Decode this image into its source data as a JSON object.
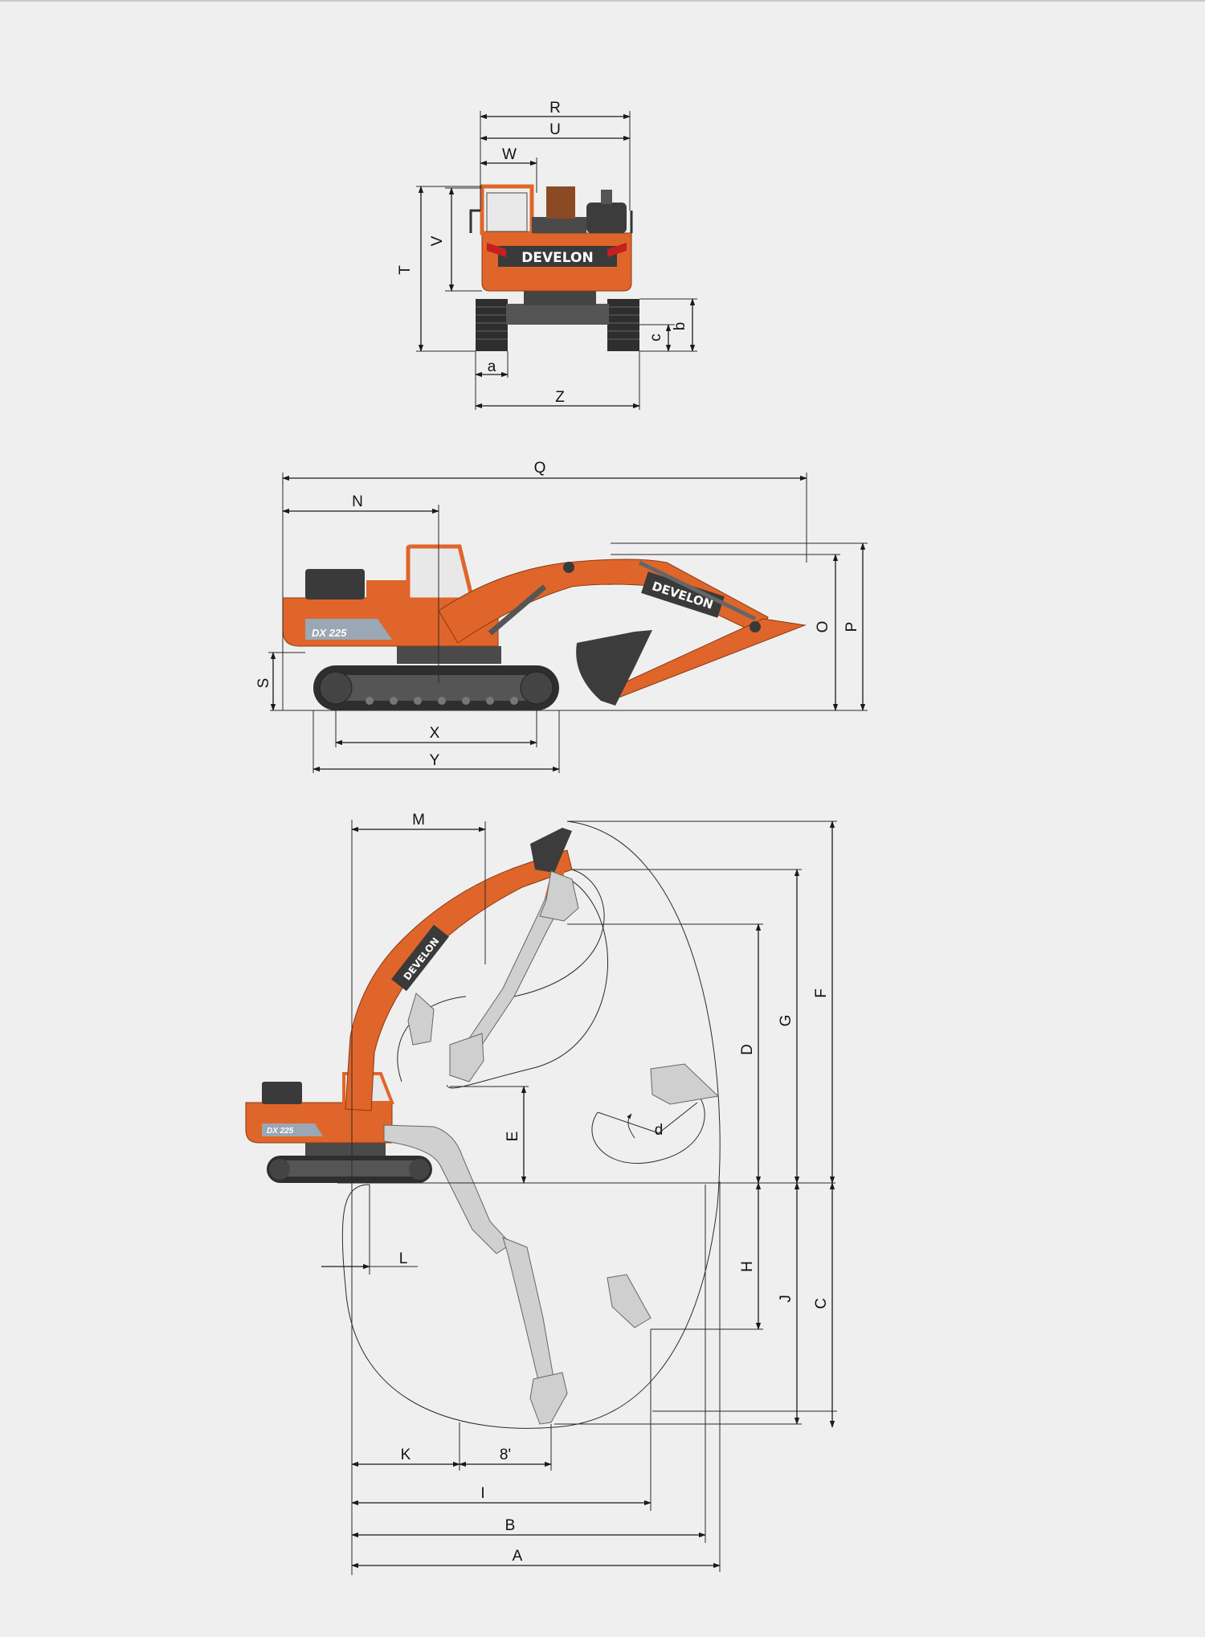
{
  "colors": {
    "background": "#efefef",
    "machine_orange": "#e0652a",
    "dark_orange": "#b94818",
    "dark_grey": "#3a3a3a",
    "ghost_fill": "#cfcfcf",
    "line": "#1a1a1a"
  },
  "brand": {
    "front_logo": "DEVELON",
    "boom_logo": "DEVELON",
    "side_model": "DX 225"
  },
  "front_view": {
    "dims": {
      "R": "R",
      "U": "U",
      "W": "W",
      "V": "V",
      "T": "T",
      "b": "b",
      "c": "c",
      "a": "a",
      "Z": "Z"
    }
  },
  "side_view": {
    "dims": {
      "Q": "Q",
      "N": "N",
      "O": "O",
      "P": "P",
      "S": "S",
      "X": "X",
      "Y": "Y"
    }
  },
  "working_range": {
    "dims": {
      "M": "M",
      "F": "F",
      "G": "G",
      "D": "D",
      "E": "E",
      "d": "d",
      "H": "H",
      "J": "J",
      "C": "C",
      "L": "L",
      "K": "K",
      "eight_ft": "8'",
      "I": "I",
      "B": "B",
      "A": "A"
    }
  }
}
